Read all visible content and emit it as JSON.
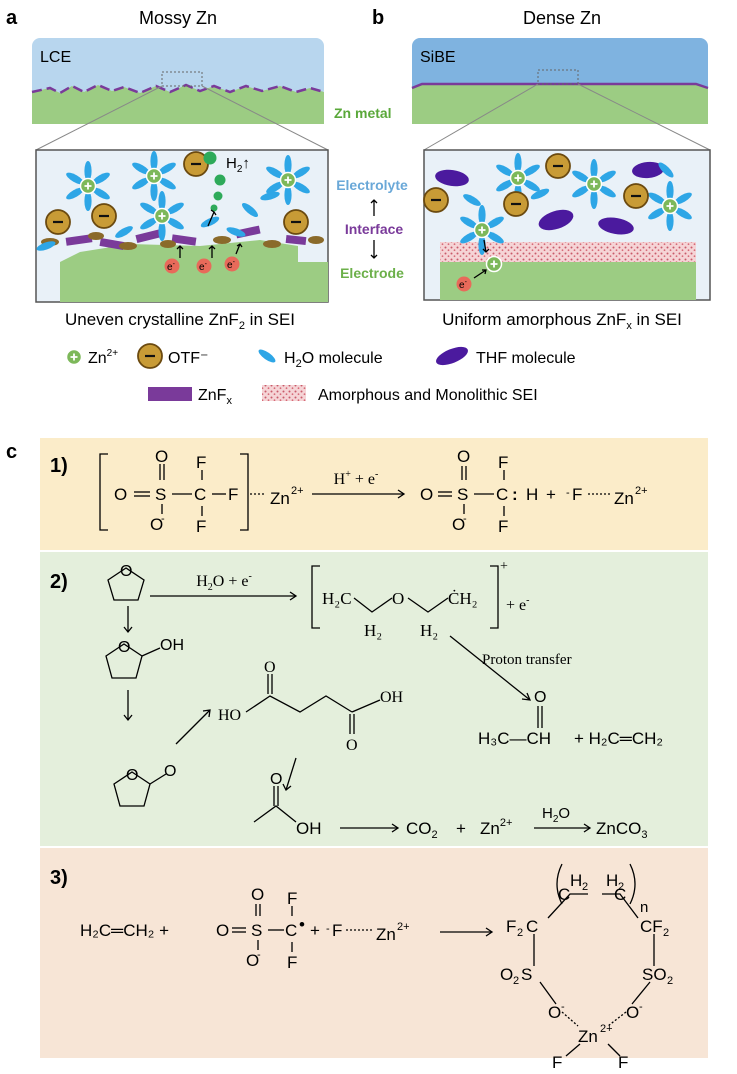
{
  "panels": {
    "a": {
      "letter": "a",
      "title": "Mossy Zn",
      "electrolyte": "LCE",
      "caption_main": "Uneven crystalline ZnF",
      "caption_sub": "2",
      "caption_tail": " in SEI"
    },
    "b": {
      "letter": "b",
      "title": "Dense Zn",
      "electrolyte": "SiBE",
      "caption_main": "Uniform amorphous ZnF",
      "caption_sub": "x",
      "caption_tail": " in SEI"
    },
    "c": {
      "letter": "c"
    }
  },
  "labels": {
    "zn_metal": "Zn metal",
    "electrolyte": "Electrolyte",
    "interface": "Interface",
    "electrode": "Electrode",
    "h2_main": "H",
    "h2_sub": "2",
    "electron_e": "e",
    "electron_sign": "-"
  },
  "legend": {
    "zn_main": "Zn",
    "zn_sup": "2+",
    "otf": "OTF⁻",
    "h2o_main": "H",
    "h2o_sub": "2",
    "h2o_tail": "O molecule",
    "thf": "THF molecule",
    "znfx_main": "ZnF",
    "znfx_sub": "x",
    "sei": "Amorphous and Monolithic SEI"
  },
  "reactions": {
    "r1": {
      "num": "1)",
      "reagent_main": "H",
      "reagent_sup": "+",
      "reagent_tail": " + e",
      "reagent_esup": "-"
    },
    "r2": {
      "num": "2)",
      "reagent_main": "H",
      "reagent_sub": "2",
      "reagent_tail": "O + e",
      "reagent_esup": "-",
      "proton_transfer": "Proton transfer",
      "plus_e": "+ e",
      "plus_e_sup": "-",
      "charge": "+",
      "water_main": "H",
      "water_sub": "2",
      "water_tail": "O",
      "co2_main": "CO",
      "co2_sub": "2",
      "plus": "+",
      "znco3_main": "ZnCO",
      "znco3_sub": "3",
      "acetaldehyde": "H₃C—CH",
      "ethylene": "+ H₂C═CH₂"
    },
    "r3": {
      "num": "3)",
      "ethylene": "H₂C═CH₂ +"
    }
  },
  "colors": {
    "lce_blue": "#b8d6ee",
    "sibe_blue": "#7fb3e0",
    "zn_green": "#9ccc83",
    "zn_label_green": "#5aa83a",
    "interface_purple": "#7a3a9a",
    "thf_purple": "#4b1a9e",
    "h2o_blue": "#2ea6e6",
    "otf_gold": "#c89b36",
    "zn_ion_green": "#7db85a",
    "electron_red": "#e86a5a",
    "h2_green": "#2eaa5a",
    "row1_bg": "#fbecc9",
    "row2_bg": "#e4efdc",
    "row3_bg": "#f7e5d6",
    "electrolyte_label": "#6aa8d8",
    "interface_label": "#7a3a9a",
    "electrode_label": "#6cb04a"
  }
}
